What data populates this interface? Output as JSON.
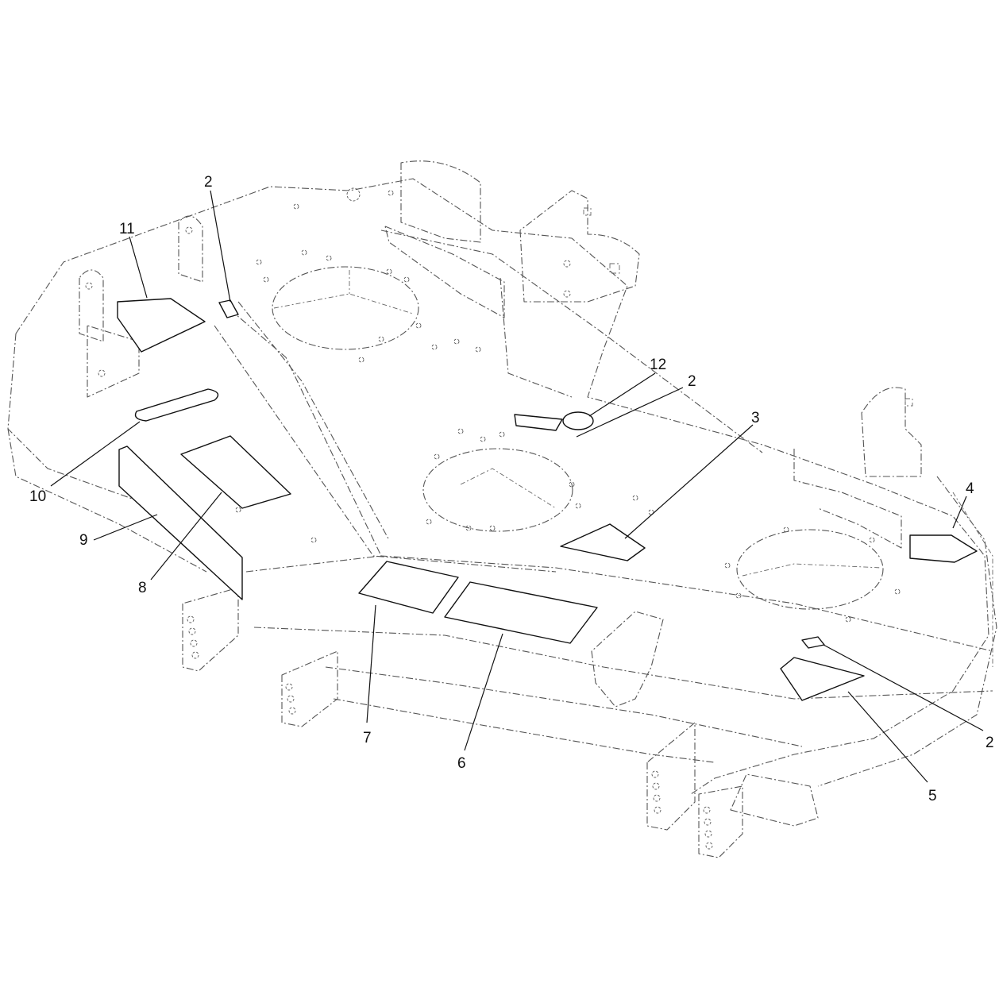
{
  "callouts": [
    {
      "id": "c2a",
      "label": "2"
    },
    {
      "id": "c11",
      "label": "11"
    },
    {
      "id": "c12",
      "label": "12"
    },
    {
      "id": "c2b",
      "label": "2"
    },
    {
      "id": "c3",
      "label": "3"
    },
    {
      "id": "c4",
      "label": "4"
    },
    {
      "id": "c10",
      "label": "10"
    },
    {
      "id": "c9",
      "label": "9"
    },
    {
      "id": "c8",
      "label": "8"
    },
    {
      "id": "c7",
      "label": "7"
    },
    {
      "id": "c6",
      "label": "6"
    },
    {
      "id": "c5",
      "label": "5"
    },
    {
      "id": "c2c",
      "label": "2"
    }
  ],
  "colors": {
    "line": "#111111",
    "phantom": "#555555",
    "background": "#ffffff"
  }
}
